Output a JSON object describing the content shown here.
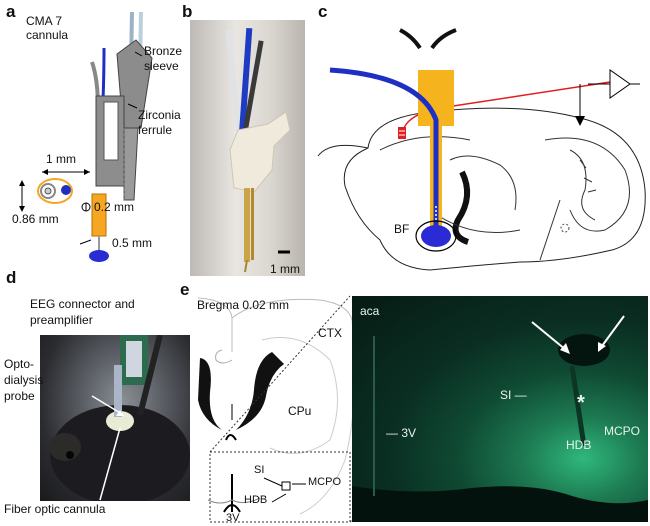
{
  "panels": {
    "a": {
      "label": "a",
      "cannula": "CMA 7\ncannula",
      "bronze": "Bronze\nsleeve",
      "zirconia": "Zirconia\nferrule",
      "width": "1 mm",
      "height": "0.86 mm",
      "dia1": "0.2 mm",
      "dia2": "0.5 mm"
    },
    "b": {
      "label": "b",
      "scale": "1 mm"
    },
    "c": {
      "label": "c",
      "region": "BF"
    },
    "d": {
      "label": "d",
      "eeg": "EEG connector and\npreamplifier",
      "opto": "Opto-\ndialysis\nprobe",
      "fiber": "Fiber optic cannula"
    },
    "e": {
      "label": "e",
      "bregma": "Bregma 0.02 mm",
      "ctx": "CTX",
      "cpu": "CPu",
      "si": "SI",
      "mcpo": "MCPO",
      "hdb": "HDB",
      "v3": "3V",
      "aca": "aca",
      "v3_micro": "— 3V",
      "si_micro": "SI —",
      "asterisk": "*",
      "hdb_micro": "HDB",
      "mcpo_micro": "MCPO"
    }
  },
  "colors": {
    "blue_fiber": "#1f2fc4",
    "orange": "#f5a623",
    "gold": "#f5b41e",
    "red_wire": "#e02020",
    "fluorescence": "#0a2a1e"
  }
}
